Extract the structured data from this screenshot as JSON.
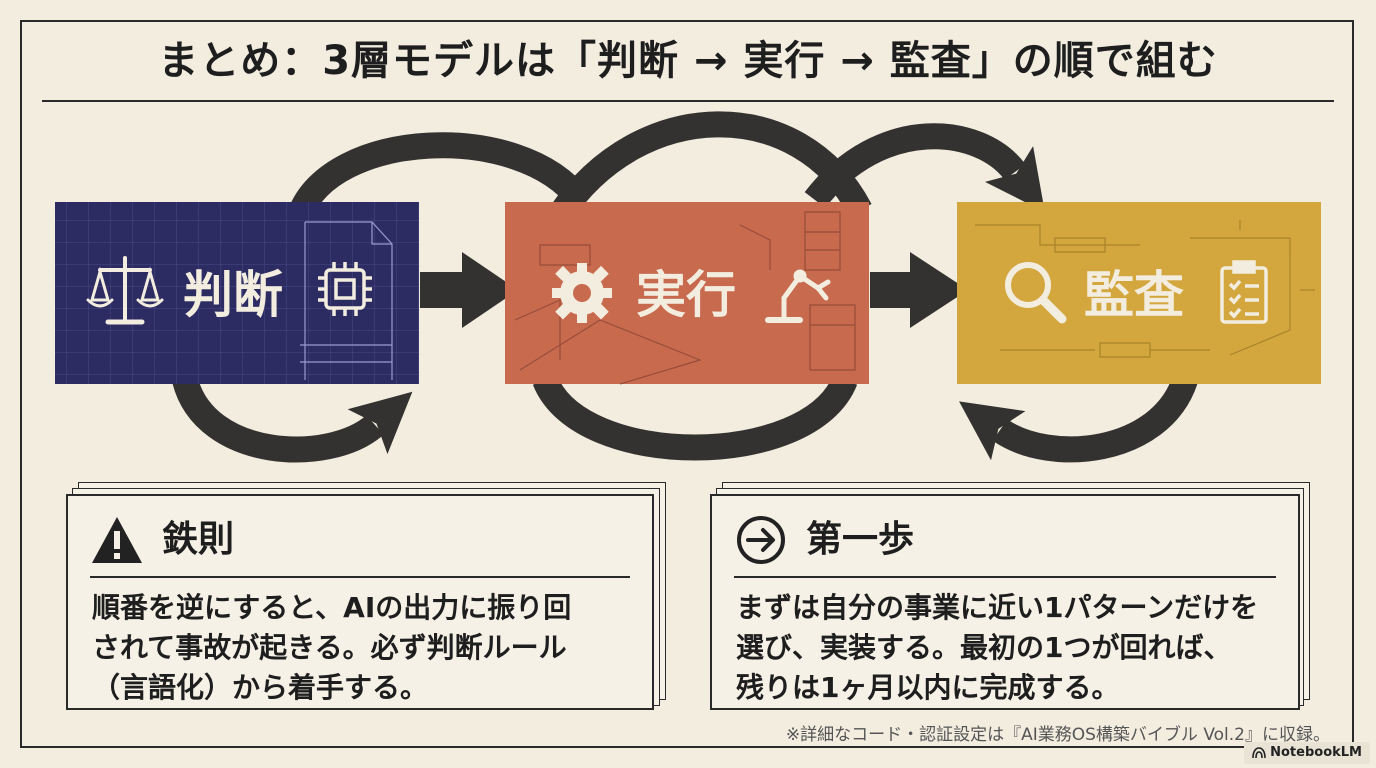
{
  "title": "まとめ：3層モデルは「判断 → 実行 → 監査」の順で組む",
  "stages": [
    {
      "label": "判断",
      "color": "#2c2c63"
    },
    {
      "label": "実行",
      "color": "#c86a4e"
    },
    {
      "label": "監査",
      "color": "#d3a73e"
    }
  ],
  "cards": {
    "rule": {
      "title": "鉄則",
      "lines": [
        "順番を逆にすると、AIの出力に振り回",
        "されて事故が起きる。必ず判断ルール",
        "（言語化）から着手する。"
      ]
    },
    "first_step": {
      "title": "第一歩",
      "lines": [
        "まずは自分の事業に近い1パターンだけを",
        "選び、実装する。最初の1つが回れば、",
        "残りは1ヶ月以内に完成する。"
      ]
    }
  },
  "footnote": "※詳細なコード・認証設定は『AI業務OS構築バイブル Vol.2』に収録。",
  "brand": "NotebookLM",
  "colors": {
    "background": "#f3ede0",
    "ink": "#2a2a2a",
    "arrow": "#333230"
  }
}
